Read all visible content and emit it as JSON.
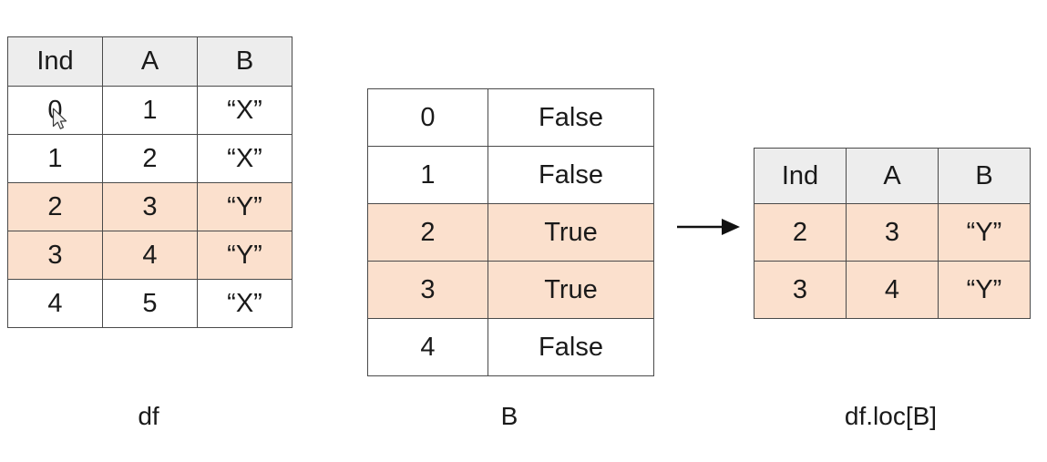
{
  "diagram": {
    "title": "pandas boolean mask selection with df.loc",
    "colors": {
      "highlight": "#fbe0cd",
      "header_bg": "#ededed",
      "border": "#4a4a4a",
      "text": "#1a1a1a",
      "background": "#ffffff"
    },
    "arrow": {
      "name": "right-arrow",
      "glyph": "→"
    },
    "cursor": {
      "name": "mouse-pointer",
      "over_cell": "df row 0, Ind column"
    }
  },
  "tables": {
    "df": {
      "caption": "df",
      "headers": [
        "Ind",
        "A",
        "B"
      ],
      "rows": [
        {
          "cells": [
            "0",
            "1",
            "“X”"
          ],
          "highlighted": false
        },
        {
          "cells": [
            "1",
            "2",
            "“X”"
          ],
          "highlighted": false
        },
        {
          "cells": [
            "2",
            "3",
            "“Y”"
          ],
          "highlighted": true
        },
        {
          "cells": [
            "3",
            "4",
            "“Y”"
          ],
          "highlighted": true
        },
        {
          "cells": [
            "4",
            "5",
            "“X”"
          ],
          "highlighted": false
        }
      ]
    },
    "mask": {
      "caption": "B",
      "headers": [],
      "rows": [
        {
          "cells": [
            "0",
            "False"
          ],
          "highlighted": false
        },
        {
          "cells": [
            "1",
            "False"
          ],
          "highlighted": false
        },
        {
          "cells": [
            "2",
            "True"
          ],
          "highlighted": true
        },
        {
          "cells": [
            "3",
            "True"
          ],
          "highlighted": true
        },
        {
          "cells": [
            "4",
            "False"
          ],
          "highlighted": false
        }
      ]
    },
    "result": {
      "caption": "df.loc[B]",
      "headers": [
        "Ind",
        "A",
        "B"
      ],
      "rows": [
        {
          "cells": [
            "2",
            "3",
            "“Y”"
          ],
          "highlighted": true
        },
        {
          "cells": [
            "3",
            "4",
            "“Y”"
          ],
          "highlighted": true
        }
      ]
    }
  }
}
